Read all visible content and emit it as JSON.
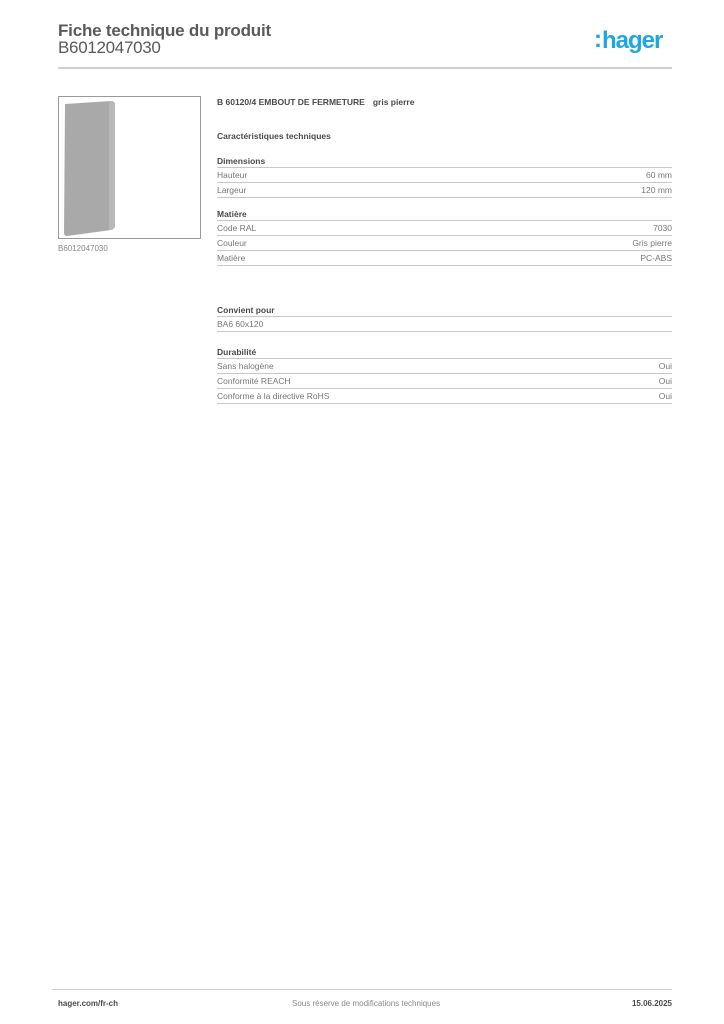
{
  "header": {
    "title": "Fiche technique du produit",
    "code": "B6012047030",
    "logo": {
      "colon": ":",
      "text": "hager",
      "color": "#1fa8e0"
    }
  },
  "product": {
    "image_caption": "B6012047030",
    "image_icon": "product-end-cap-image",
    "title": "B 60120/4 EMBOUT DE FERMETURE",
    "variant": "gris pierre"
  },
  "characteristics_title": "Caractéristiques techniques",
  "groups": [
    {
      "title": "Dimensions",
      "rows": [
        {
          "label": "Hauteur",
          "value": "60 mm"
        },
        {
          "label": "Largeur",
          "value": "120 mm"
        }
      ]
    },
    {
      "title": "Matière",
      "rows": [
        {
          "label": "Code RAL",
          "value": "7030"
        },
        {
          "label": "Couleur",
          "value": "Gris pierre"
        },
        {
          "label": "Matière",
          "value": "PC-ABS"
        }
      ]
    },
    {
      "title": "Convient pour",
      "rows": [
        {
          "label": "BA6 60x120",
          "value": ""
        }
      ]
    },
    {
      "title": "Durabilité",
      "rows": [
        {
          "label": "Sans halogène",
          "value": "Oui"
        },
        {
          "label": "Conformité REACH",
          "value": "Oui"
        },
        {
          "label": "Conforme à la directive RoHS",
          "value": "Oui"
        }
      ]
    }
  ],
  "footer": {
    "website": "hager.com/fr-ch",
    "disclaimer": "Sous réserve de modifications techniques",
    "date": "15.06.2025"
  }
}
